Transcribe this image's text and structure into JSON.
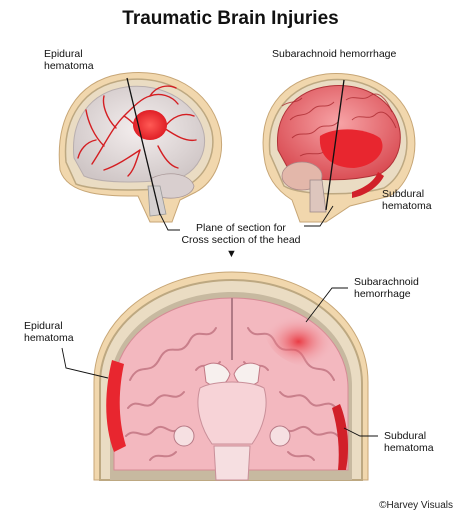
{
  "title": "Traumatic Brain Injuries",
  "labels": {
    "top_left": [
      "Epidural",
      "hematoma"
    ],
    "top_right": "Subarachnoid hemorrhage",
    "mid_right": [
      "Subdural",
      "hematoma"
    ],
    "plane": [
      "Plane of section for",
      "Cross section of the head"
    ],
    "bottom_right_top": [
      "Subarachnoid",
      "hemorrhage"
    ],
    "bottom_left": [
      "Epidural",
      "hematoma"
    ],
    "bottom_right": [
      "Subdural",
      "hematoma"
    ]
  },
  "credit": "©Harvey Visuals",
  "arrow_glyph": "▼",
  "colors": {
    "brain_pink": "#f3b8bf",
    "hemorrhage_red": "#e8262f",
    "vessel_red": "#d41e22",
    "skull": "#e9dcc4",
    "dura": "#c7b9a0"
  }
}
